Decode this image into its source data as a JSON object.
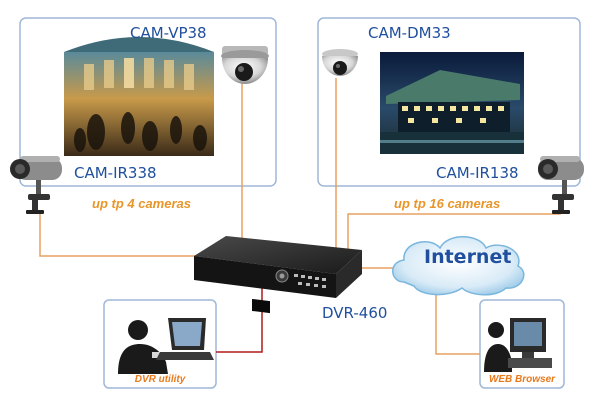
{
  "cameras": {
    "vp38": "CAM-VP38",
    "dm33": "CAM-DM33",
    "ir338": "CAM-IR338",
    "ir138": "CAM-IR138"
  },
  "notes": {
    "left": "up tp 4 cameras",
    "right": "up tp 16 cameras"
  },
  "dvr": "DVR-460",
  "internet": "Internet",
  "clients": {
    "utility": "DVR utility",
    "browser": "WEB Browser"
  },
  "colors": {
    "label": "#1f4f9e",
    "note": "#e8962a",
    "line": "#e8a060",
    "frame": "#9fb7d6",
    "cable_red": "#b01c1c"
  }
}
